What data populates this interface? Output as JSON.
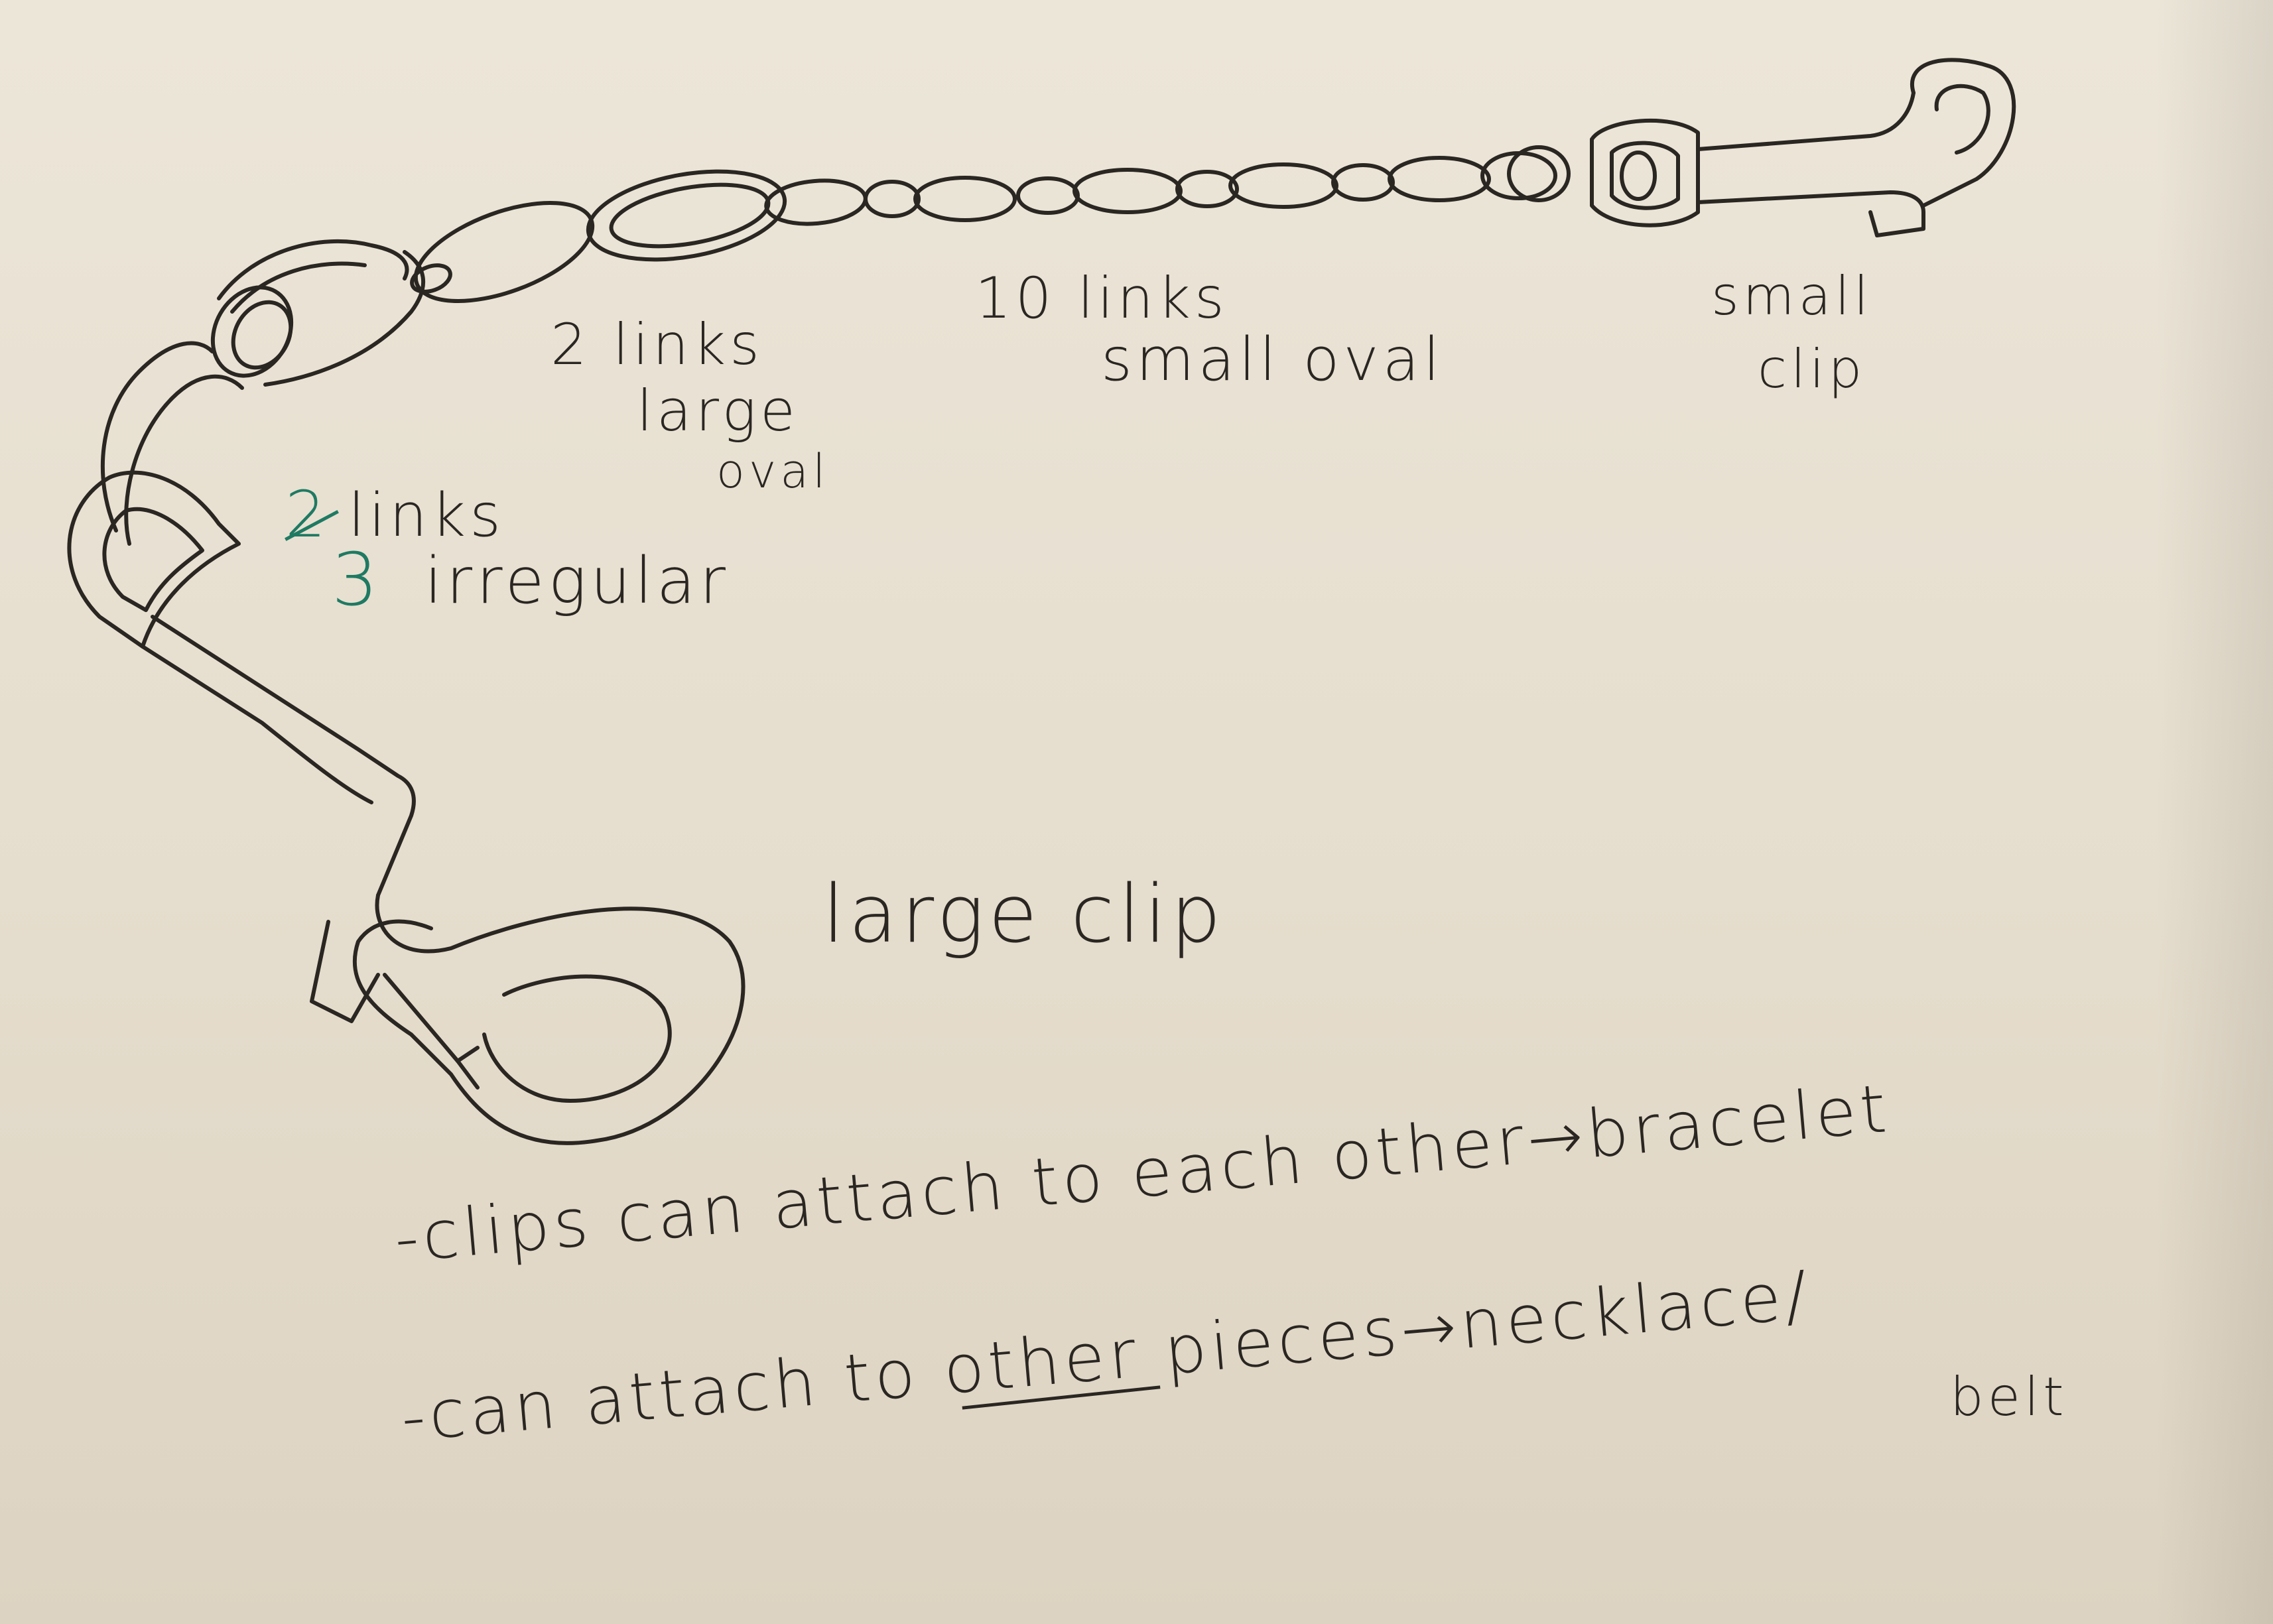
{
  "sketch": {
    "icons": [
      "large-clip-icon",
      "small-clip-icon",
      "chain-icon"
    ],
    "ink_color": "#2a2622",
    "correction_color": "#1f7a62",
    "paper_color": "#e8e1d3"
  },
  "labels": {
    "irregular_links_old_count": "2",
    "irregular_links_new_count": "3",
    "irregular_links_text": "links",
    "irregular_links_text2": "irregular",
    "large_oval_line1": "2 links",
    "large_oval_line2": "large",
    "large_oval_line3": "oval",
    "small_oval_line1": "10 links",
    "small_oval_line2": "small oval",
    "small_clip_line1": "small",
    "small_clip_line2": "clip",
    "large_clip": "large clip"
  },
  "notes": {
    "note1": "-clips can attach to each other→bracelet",
    "note2_a": "-can attach to ",
    "note2_struck": "other",
    "note2_b": " pieces→necklace/",
    "note2_c": "belt"
  }
}
